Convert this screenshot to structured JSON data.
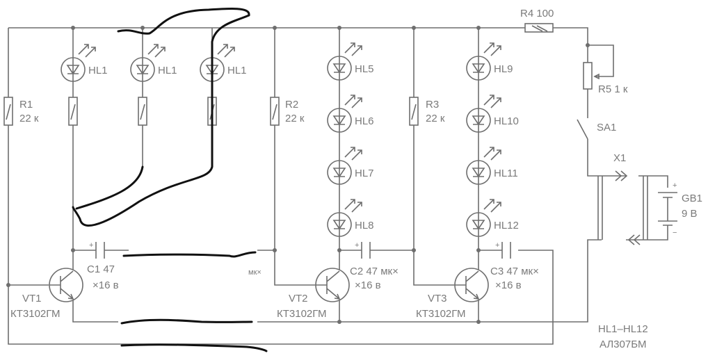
{
  "title": "LED flasher circuit",
  "resistors": {
    "r1": {
      "name": "R1",
      "value": "22 к"
    },
    "r2": {
      "name": "R2",
      "value": "22 к"
    },
    "r3": {
      "name": "R3",
      "value": "22 к"
    },
    "r4": {
      "label": "R4 100"
    },
    "r5": {
      "label": "R5 1 к"
    }
  },
  "leds": [
    "HL1",
    "HL1",
    "HL1",
    "HL5",
    "HL6",
    "HL7",
    "HL8",
    "HL9",
    "HL10",
    "HL11",
    "HL12"
  ],
  "capacitors": {
    "c1": {
      "label": "C1 47",
      "rating": "×16 в",
      "unit": "мк×"
    },
    "c2": {
      "label": "C2 47 мк×",
      "rating": "×16 в"
    },
    "c3": {
      "label": "C3 47 мк×",
      "rating": "×16 в"
    }
  },
  "transistors": [
    {
      "name": "VT1",
      "type": "КТ3102ГМ"
    },
    {
      "name": "VT2",
      "type": "КТ3102ГМ"
    },
    {
      "name": "VT3",
      "type": "КТ3102ГМ"
    }
  ],
  "switch": "SA1",
  "connector": "X1",
  "battery": {
    "name": "GB1",
    "voltage": "9 В",
    "plus": "+",
    "minus": "−"
  },
  "polarity_plus": "+",
  "note": {
    "line1": "HL1–HL12",
    "line2": "АЛ307БМ"
  },
  "colors": {
    "wire": "#6e6e6e",
    "hand_marks": "#111111"
  }
}
